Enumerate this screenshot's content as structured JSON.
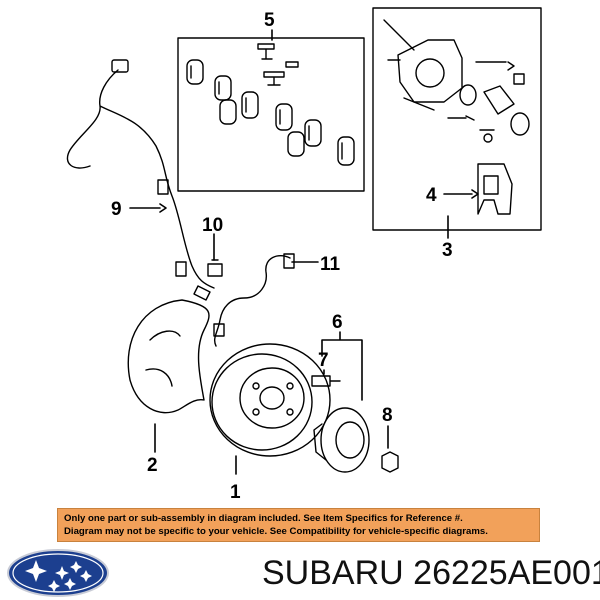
{
  "callouts": {
    "c1": "1",
    "c2": "2",
    "c3": "3",
    "c4": "4",
    "c5": "5",
    "c6": "6",
    "c7": "7",
    "c8": "8",
    "c9": "9",
    "c10": "10",
    "c11": "11"
  },
  "notice": {
    "line1": "Only one part or sub-assembly in diagram included. See Item Specifics for Reference #.",
    "line2": "Diagram may not be specific to your vehicle. See Compatibility for vehicle-specific diagrams."
  },
  "footer": {
    "brand": "SUBARU",
    "part_number": "26225AE001"
  },
  "colors": {
    "notice_bg": "#f2a15a",
    "logo_blue": "#1c3f8f",
    "line": "#000000"
  },
  "icons": {
    "logo": "subaru-pleiades-logo"
  }
}
